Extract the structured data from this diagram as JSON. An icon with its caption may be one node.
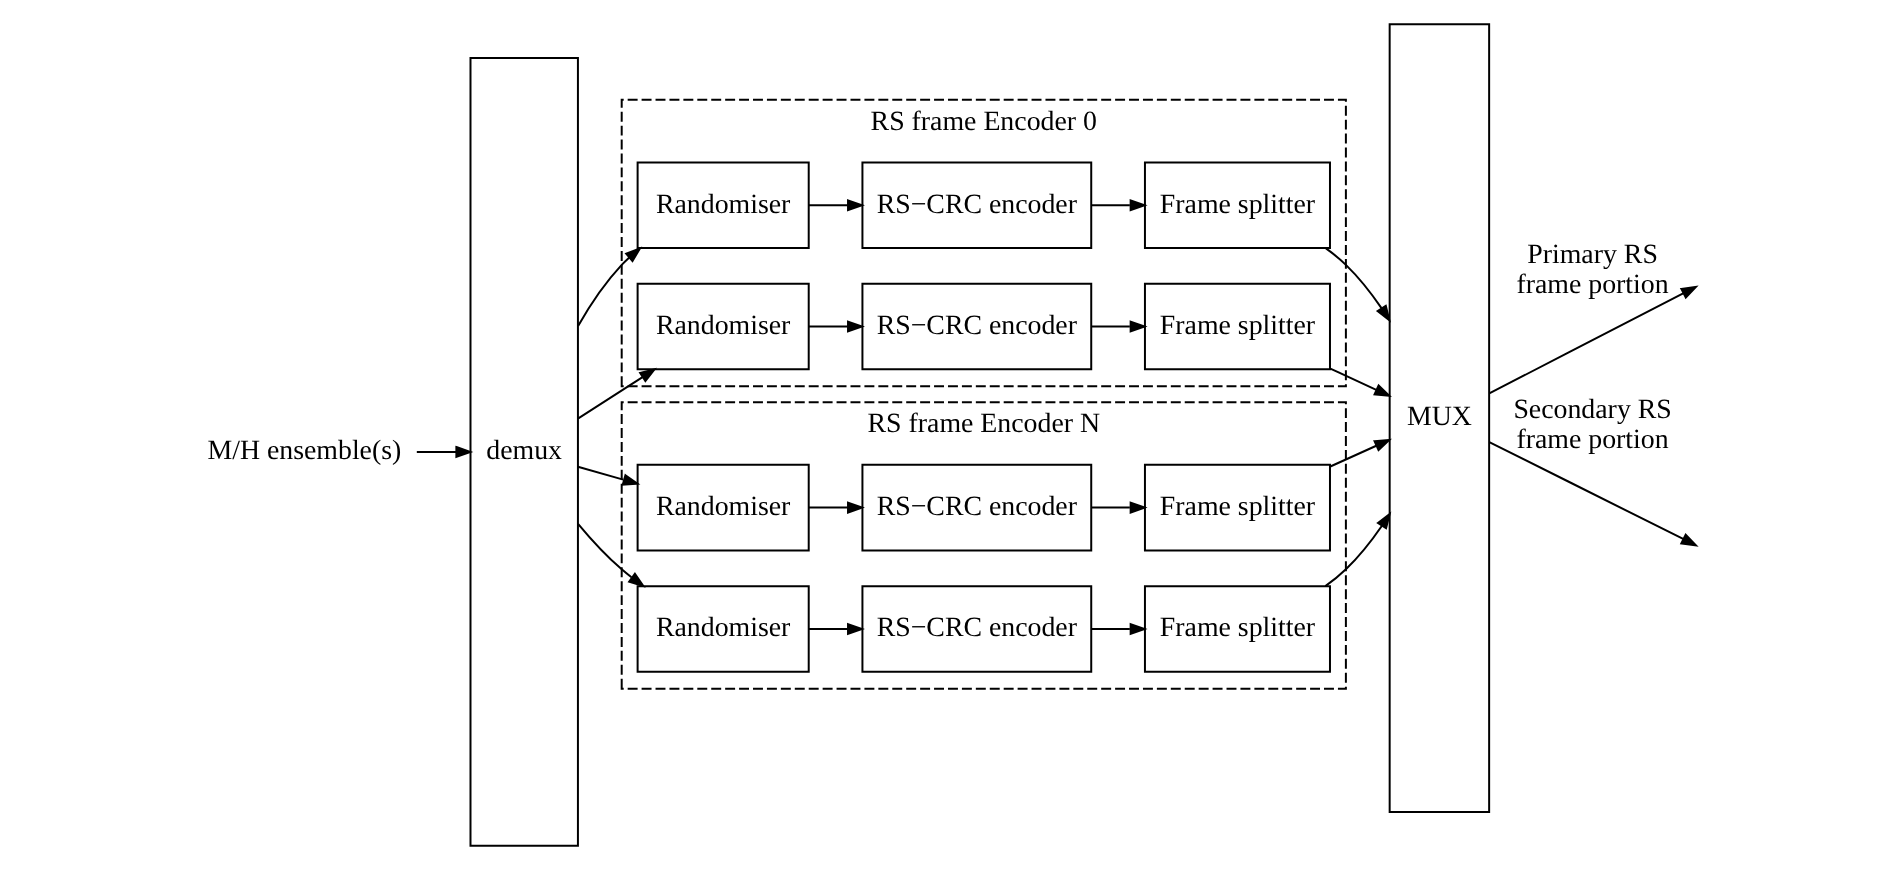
{
  "diagram": {
    "nodes": [
      {
        "text": [
          "M/H ensemble(s)"
        ]
      },
      {
        "text": [
          "demux"
        ]
      },
      {
        "text": [
          "RS frame Encoder 0"
        ]
      },
      {
        "text": [
          "Randomiser"
        ],
        "in": 2
      },
      {
        "text": [
          "RS−CRC encoder"
        ],
        "in": 2
      },
      {
        "text": [
          "Frame splitter"
        ],
        "in": 2
      },
      {
        "text": [
          "Randomiser"
        ],
        "in": 2
      },
      {
        "text": [
          "RS−CRC encoder"
        ],
        "in": 2
      },
      {
        "text": [
          "Frame splitter"
        ],
        "in": 2
      },
      {
        "text": [
          "RS frame Encoder N"
        ]
      },
      {
        "text": [
          "Randomiser"
        ],
        "in": 9
      },
      {
        "text": [
          "RS−CRC encoder"
        ],
        "in": 9
      },
      {
        "text": [
          "Frame splitter"
        ],
        "in": 9
      },
      {
        "text": [
          "Randomiser"
        ],
        "in": 9
      },
      {
        "text": [
          "RS−CRC encoder"
        ],
        "in": 9
      },
      {
        "text": [
          "Frame splitter"
        ],
        "in": 9
      },
      {
        "text": [
          "MUX"
        ]
      }
    ],
    "edges": [
      {
        "from": 0,
        "to": 1,
        "arrow": "to"
      },
      {
        "from": 1,
        "to": 3,
        "arrow": "to"
      },
      {
        "from": 3,
        "to": 4,
        "arrow": "to"
      },
      {
        "from": 4,
        "to": 5,
        "arrow": "to"
      },
      {
        "from": 5,
        "to": 16,
        "arrow": "to"
      },
      {
        "from": 1,
        "to": 6,
        "arrow": "to"
      },
      {
        "from": 6,
        "to": 7,
        "arrow": "to"
      },
      {
        "from": 7,
        "to": 8,
        "arrow": "to"
      },
      {
        "from": 8,
        "to": 16,
        "arrow": "to"
      },
      {
        "from": 1,
        "to": 10,
        "arrow": "to"
      },
      {
        "from": 10,
        "to": 11,
        "arrow": "to"
      },
      {
        "from": 11,
        "to": 12,
        "arrow": "to"
      },
      {
        "from": 12,
        "to": 16,
        "arrow": "to"
      },
      {
        "from": 1,
        "to": 13,
        "arrow": "to"
      },
      {
        "from": 13,
        "to": 14,
        "arrow": "to"
      },
      {
        "from": 14,
        "to": 15,
        "arrow": "to"
      },
      {
        "from": 15,
        "to": 16,
        "arrow": "to"
      },
      {
        "from": 16,
        "to": null,
        "arrow": "to",
        "label": "Primary RS frame portion"
      },
      {
        "from": 16,
        "to": null,
        "arrow": "to",
        "label": "Secondary RS frame portion"
      }
    ]
  }
}
